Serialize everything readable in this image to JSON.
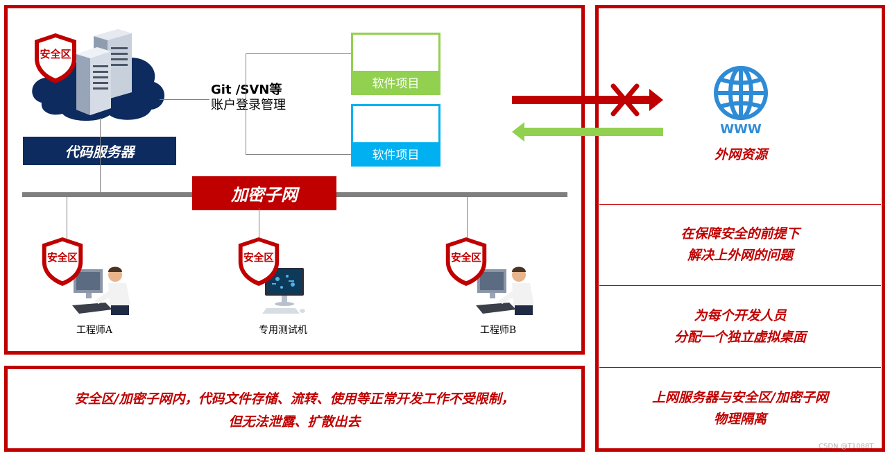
{
  "diagram": {
    "code_server": {
      "shield_label": "安全区",
      "banner": "代码服务器"
    },
    "account_mgmt": {
      "line1": "Git /SVN等",
      "line2": "账户登录管理"
    },
    "projects": [
      {
        "label": "软件项目",
        "color": "#92d050"
      },
      {
        "label": "软件项目",
        "color": "#00b0f0"
      }
    ],
    "subnet_banner": "加密子网",
    "workstations": [
      {
        "shield_label": "安全区",
        "caption": "工程师A"
      },
      {
        "shield_label": "安全区",
        "caption": "专用测试机"
      },
      {
        "shield_label": "安全区",
        "caption": "工程师B"
      }
    ],
    "external": {
      "icon_text": "WWW",
      "label": "外网资源"
    },
    "benefits": [
      {
        "line1": "在保障安全的前提下",
        "line2": "解决上外网的问题"
      },
      {
        "line1": "为每个开发人员",
        "line2": "分配一个独立虚拟桌面"
      },
      {
        "line1": "上网服务器与安全区/加密子网",
        "line2": "物理隔离"
      }
    ],
    "bottom_note": {
      "line1": "安全区/加密子网内，代码文件存储、流转、使用等正常开发工作不受限制，",
      "line2": "但无法泄露、扩散出去"
    },
    "watermark": "CSDN @T1088T"
  },
  "colors": {
    "brand_red": "#c00000",
    "navy": "#0d2b5e",
    "green": "#92d050",
    "blue": "#00b0f0",
    "grey_line": "#7f7f7f",
    "globe": "#2e8bd6"
  }
}
